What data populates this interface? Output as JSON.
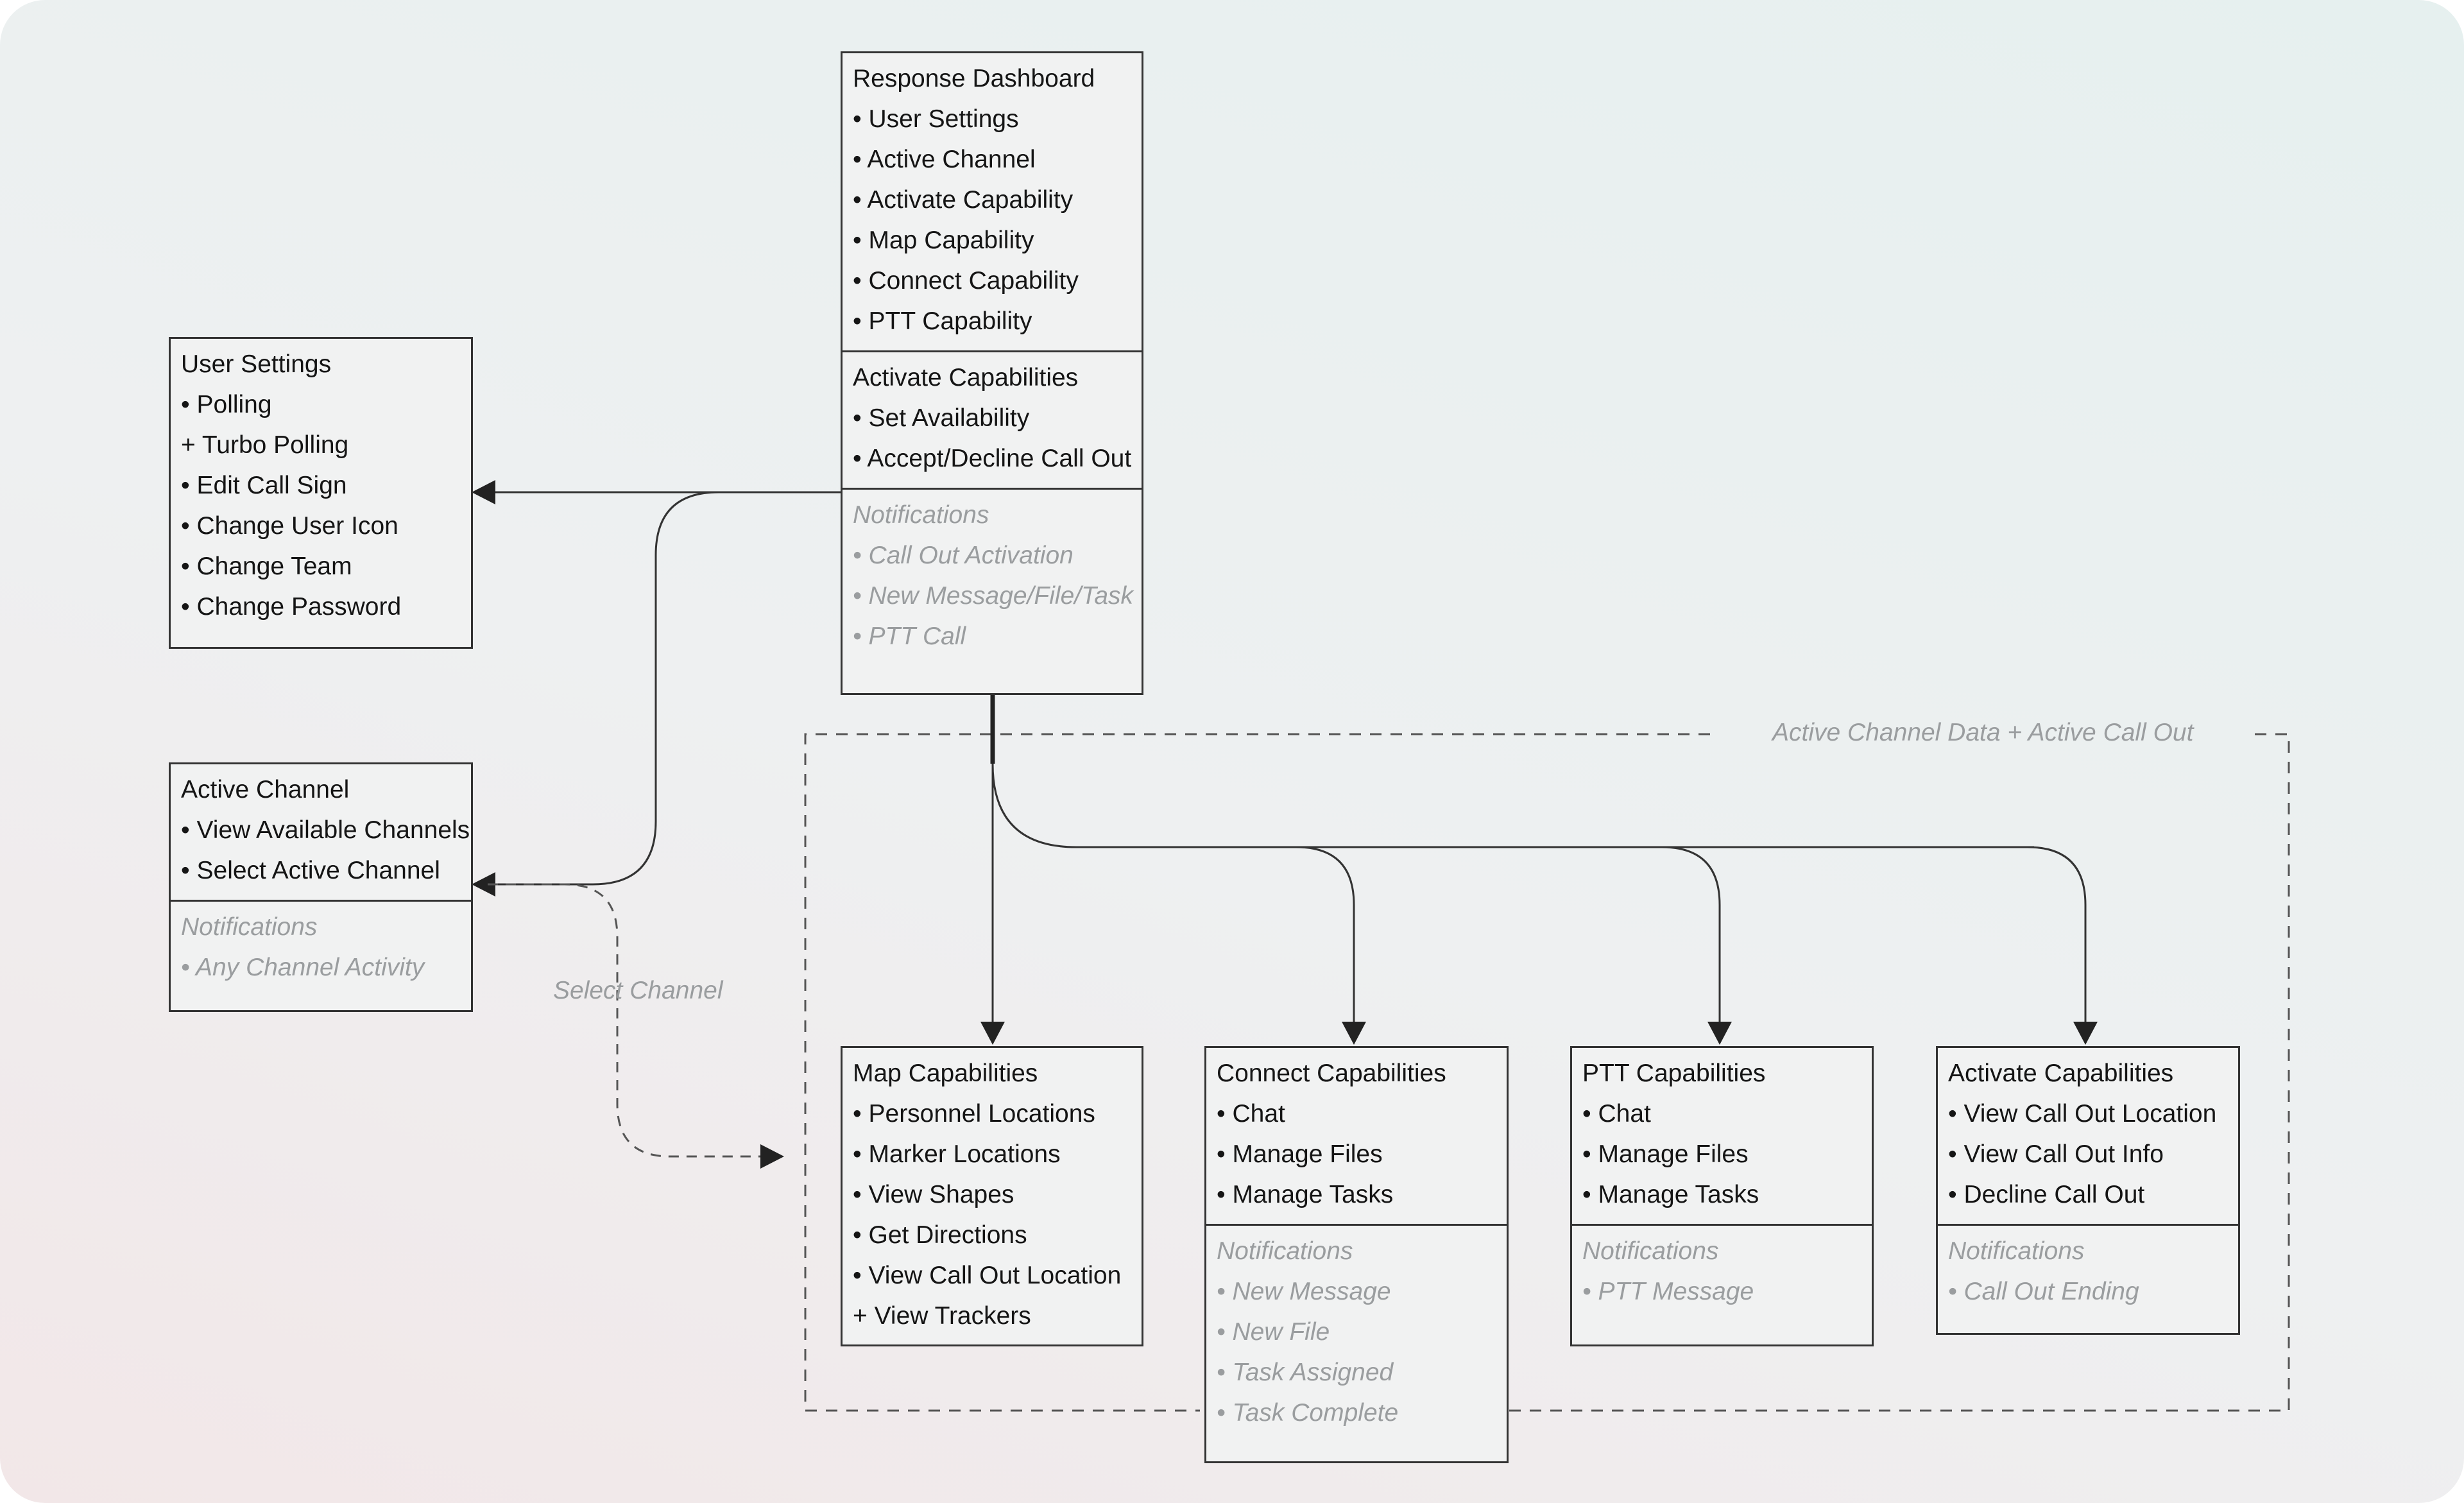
{
  "group": {
    "label": "Active Channel Data + Active Call Out"
  },
  "edge_labels": {
    "select_channel": "Select Channel"
  },
  "response_dashboard": {
    "sections": [
      {
        "title": "Response Dashboard",
        "items": [
          "• User Settings",
          "• Active Channel",
          "• Activate Capability",
          "• Map Capability",
          "• Connect Capability",
          "• PTT Capability"
        ]
      },
      {
        "title": "Activate Capabilities",
        "items": [
          "• Set Availability",
          "• Accept/Decline Call Out"
        ]
      }
    ],
    "notifications": {
      "title": "Notifications",
      "items": [
        "• Call Out Activation",
        "• New Message/File/Task",
        "• PTT Call"
      ]
    }
  },
  "user_settings": {
    "sections": [
      {
        "title": "User Settings",
        "items": [
          "• Polling",
          "+ Turbo Polling",
          "• Edit Call Sign",
          "• Change User Icon",
          "• Change Team",
          "• Change Password"
        ]
      }
    ]
  },
  "active_channel": {
    "sections": [
      {
        "title": "Active Channel",
        "items": [
          "• View Available Channels",
          "• Select Active Channel"
        ]
      }
    ],
    "notifications": {
      "title": "Notifications",
      "items": [
        "• Any Channel Activity"
      ]
    }
  },
  "map_capabilities": {
    "sections": [
      {
        "title": "Map Capabilities",
        "items": [
          "• Personnel Locations",
          "• Marker Locations",
          "• View Shapes",
          "• Get Directions",
          "• View Call Out Location",
          "+ View Trackers"
        ]
      }
    ]
  },
  "connect_capabilities": {
    "sections": [
      {
        "title": "Connect Capabilities",
        "items": [
          "• Chat",
          "• Manage Files",
          "• Manage Tasks"
        ]
      }
    ],
    "notifications": {
      "title": "Notifications",
      "items": [
        "• New Message",
        "• New File",
        "• Task Assigned",
        "• Task Complete"
      ]
    }
  },
  "ptt_capabilities": {
    "sections": [
      {
        "title": "PTT Capabilities",
        "items": [
          "• Chat",
          "• Manage Files",
          "• Manage Tasks"
        ]
      }
    ],
    "notifications": {
      "title": "Notifications",
      "items": [
        "• PTT Message"
      ]
    }
  },
  "activate_capabilities": {
    "sections": [
      {
        "title": "Activate Capabilities",
        "items": [
          "• View Call Out Location",
          "• View Call Out Info",
          "• Decline Call Out"
        ]
      }
    ],
    "notifications": {
      "title": "Notifications",
      "items": [
        "• Call Out Ending"
      ]
    }
  }
}
